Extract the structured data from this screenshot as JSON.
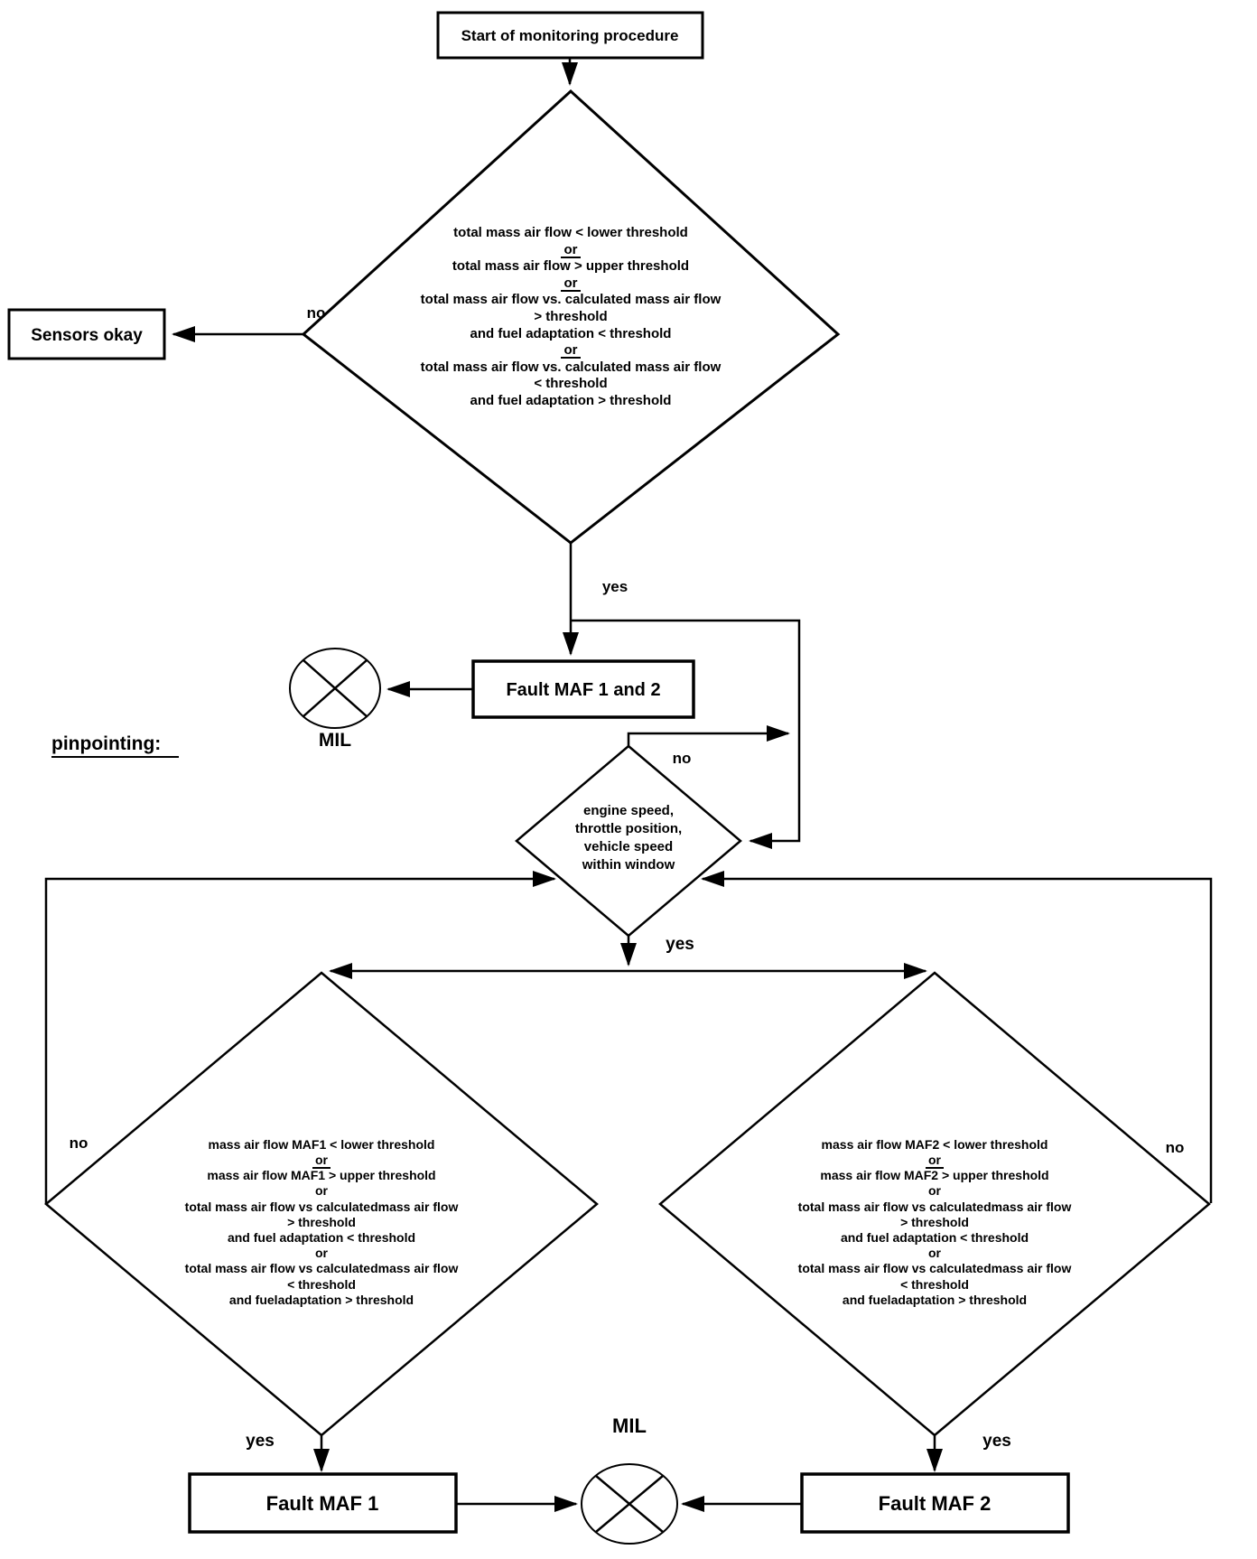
{
  "colors": {
    "ink": "#000000",
    "paper": "#ffffff"
  },
  "start": {
    "label": "Start of monitoring procedure"
  },
  "sensors_ok": {
    "label": "Sensors okay"
  },
  "labels": {
    "no": "no",
    "yes": "yes",
    "mil": "MIL",
    "pinpointing": "pinpointing:"
  },
  "fault_boxes": {
    "maf12": "Fault MAF 1 and 2",
    "maf1": "Fault MAF 1",
    "maf2": "Fault MAF 2"
  },
  "decision_total": {
    "lines": [
      "total mass air flow < lower threshold",
      "or",
      "total mass air flow > upper threshold",
      "or",
      "total mass air flow vs. calculated mass air flow",
      "> threshold",
      "and fuel adaptation < threshold",
      "or",
      "total mass air flow vs. calculated mass air flow",
      "< threshold",
      "and fuel adaptation > threshold"
    ]
  },
  "decision_window": {
    "lines": [
      "engine speed,",
      "throttle position,",
      "vehicle speed",
      "within window"
    ]
  },
  "decision_maf1": {
    "lines": [
      "mass air flow MAF1 < lower threshold",
      "or",
      "mass air flow MAF1 > upper threshold",
      "or",
      "total mass air flow vs calculatedmass air flow",
      "> threshold",
      "and fuel adaptation < threshold",
      "or",
      "total mass air flow vs calculatedmass air flow",
      "< threshold",
      "and fueladaptation > threshold"
    ]
  },
  "decision_maf2": {
    "lines": [
      "mass air flow MAF2 < lower threshold",
      "or",
      "mass air flow MAF2 > upper threshold",
      "or",
      "total mass air flow vs calculatedmass air flow",
      "> threshold",
      "and fuel adaptation < threshold",
      "or",
      "total mass air flow vs calculatedmass air flow",
      "< threshold",
      "and fueladaptation > threshold"
    ]
  }
}
